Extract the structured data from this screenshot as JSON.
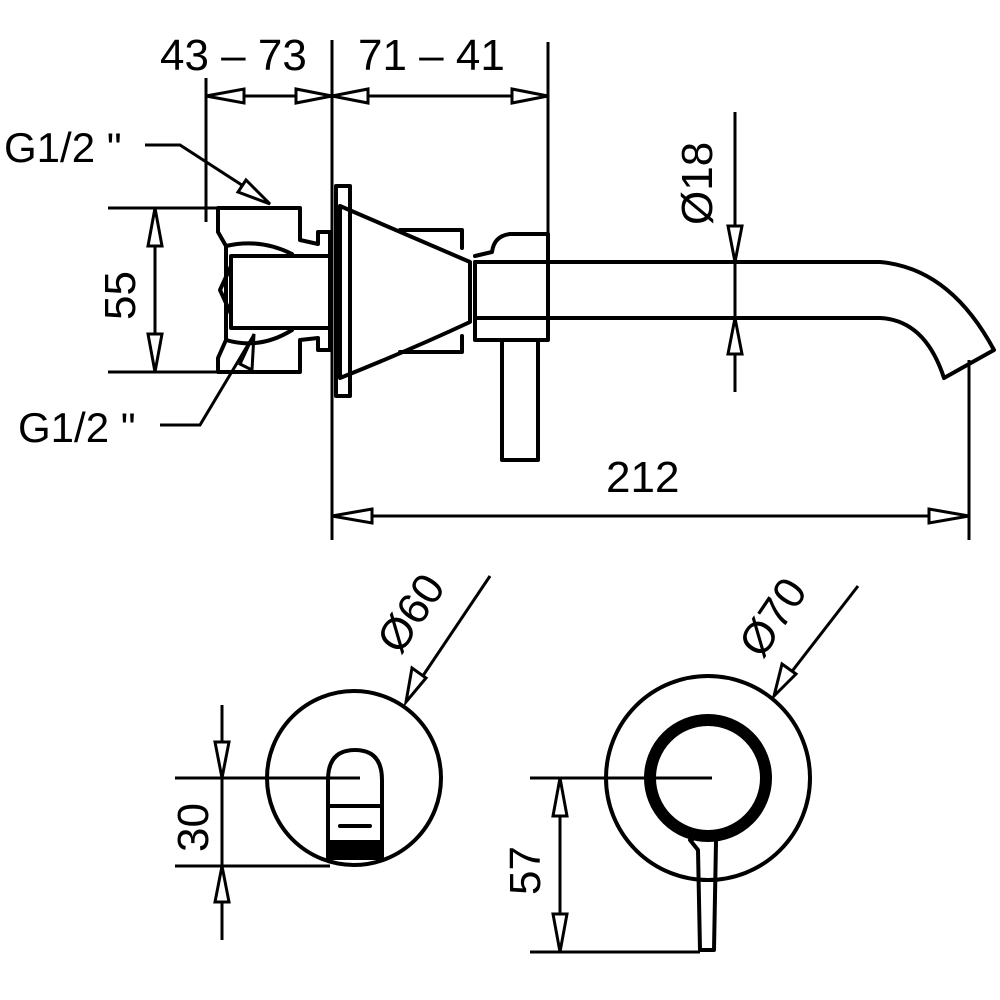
{
  "dimensions": {
    "body_depth": "43  – 73",
    "spout_offset": "71  – 41",
    "thread_top": "G1/2 \"",
    "thread_bottom": "G1/2 \"",
    "body_height": "55",
    "spout_diameter": "Ø18",
    "spout_length": "212",
    "plate_small_diameter": "Ø60",
    "plate_large_diameter": "Ø70",
    "lever_offset": "30",
    "spout_height": "57"
  },
  "colors": {
    "line": "#000000",
    "background": "#ffffff"
  }
}
